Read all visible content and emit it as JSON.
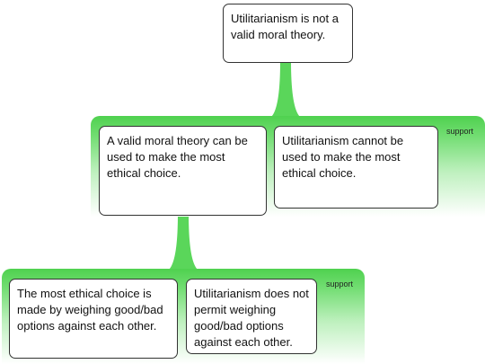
{
  "nodes": {
    "root": "Utilitarianism is not a valid moral theory.",
    "premise_a": "A valid moral theory can be used to make the most ethical choice.",
    "premise_b": "Utilitarianism cannot be used to make the most ethical choice.",
    "sub_premise_a": "The most ethical choice is made by weighing good/bad options against each other.",
    "sub_premise_b": "Utilitarianism does not permit weighing good/bad options against each other."
  },
  "groups": {
    "top_label": "support",
    "bottom_label": "support"
  },
  "colors": {
    "group_green": "#4fd14f",
    "connector_green": "#5ad65a",
    "node_border": "#333333"
  }
}
